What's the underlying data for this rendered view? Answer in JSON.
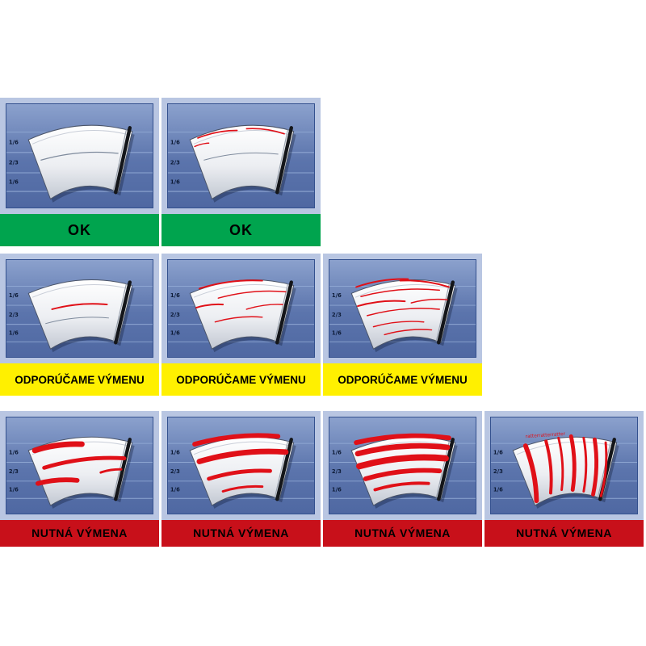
{
  "page": {
    "background": "#ffffff"
  },
  "colors": {
    "ok_bg": "#00a44e",
    "warn_bg": "#fff000",
    "bad_bg": "#c8101a",
    "panel_frame": "#b9c6e2",
    "panel_blue_top": "#8ba1cd",
    "panel_blue_bottom": "#4f68a2",
    "streak": "#e01018",
    "faint_line": "#7e8a9c",
    "label_text": "#000000"
  },
  "ticks": [
    "1/6",
    "2/3",
    "1/6"
  ],
  "chatter_text": "ratterratterratter",
  "rows": [
    {
      "status": "ok",
      "label": "OK",
      "color": "#00a44e",
      "cells": [
        {
          "name": "clean-wipe",
          "streaks": [
            [
              44,
              66,
              142,
              58,
              1.2,
              "#7e8a9c"
            ]
          ]
        },
        {
          "name": "minor-top-streaks",
          "streaks": [
            [
              38,
              40,
              88,
              31,
              1.6
            ],
            [
              100,
              29,
              148,
              35,
              1.6
            ],
            [
              34,
              50,
              52,
              46,
              1.4
            ],
            [
              46,
              66,
              140,
              59,
              1,
              "#7e8a9c"
            ]
          ]
        }
      ]
    },
    {
      "status": "warn",
      "label": "ODPORÚČAME VÝMENU",
      "color": "#fff000",
      "cells": [
        {
          "name": "single-streak",
          "streaks": [
            [
              58,
              62,
              128,
              56,
              2
            ],
            [
              50,
              80,
              130,
              73,
              1,
              "#7e8a9c"
            ]
          ]
        },
        {
          "name": "several-streaks",
          "streaks": [
            [
              40,
              36,
              120,
              26,
              2
            ],
            [
              64,
              48,
              150,
              40,
              1.5
            ],
            [
              36,
              60,
              70,
              56,
              2
            ],
            [
              100,
              62,
              146,
              56,
              1.5
            ],
            [
              60,
              78,
              120,
              72,
              1.5
            ]
          ]
        },
        {
          "name": "many-streaks",
          "streaks": [
            [
              34,
              34,
              100,
              24,
              2
            ],
            [
              90,
              26,
              152,
              34,
              2
            ],
            [
              40,
              46,
              140,
              38,
              1.5
            ],
            [
              36,
              58,
              96,
              52,
              2
            ],
            [
              104,
              54,
              150,
              50,
              1.5
            ],
            [
              48,
              70,
              140,
              62,
              1.5
            ],
            [
              56,
              84,
              120,
              78,
              1.5
            ],
            [
              70,
              94,
              130,
              88,
              1.5
            ]
          ]
        }
      ]
    },
    {
      "status": "bad",
      "label": "NUTNÁ VÝMENA",
      "color": "#c8101a",
      "cells": [
        {
          "name": "thick-smears",
          "streaks": [
            [
              36,
              42,
              96,
              34,
              7
            ],
            [
              48,
              64,
              150,
              52,
              5
            ],
            [
              40,
              84,
              90,
              80,
              6
            ],
            [
              120,
              70,
              146,
              66,
              3
            ]
          ]
        },
        {
          "name": "long-thick-smears",
          "streaks": [
            [
              34,
              34,
              140,
              24,
              6
            ],
            [
              40,
              56,
              150,
              44,
              7
            ],
            [
              52,
              78,
              130,
              68,
              5
            ],
            [
              70,
              94,
              120,
              88,
              3
            ]
          ]
        },
        {
          "name": "heavy-bands",
          "streaks": [
            [
              34,
              32,
              152,
              26,
              6
            ],
            [
              36,
              46,
              150,
              38,
              7
            ],
            [
              38,
              62,
              148,
              52,
              8
            ],
            [
              46,
              78,
              140,
              68,
              6
            ],
            [
              58,
              92,
              126,
              84,
              4
            ]
          ]
        },
        {
          "name": "vertical-chatter-stripes",
          "text": true,
          "streaks": [
            [
              44,
              36,
              58,
              106,
              6
            ],
            [
              70,
              30,
              76,
              96,
              4
            ],
            [
              86,
              26,
              90,
              92,
              3
            ],
            [
              102,
              24,
              104,
              92,
              5
            ],
            [
              118,
              26,
              118,
              94,
              3
            ],
            [
              132,
              28,
              130,
              98,
              5
            ],
            [
              146,
              32,
              140,
              100,
              3
            ]
          ]
        }
      ]
    }
  ]
}
